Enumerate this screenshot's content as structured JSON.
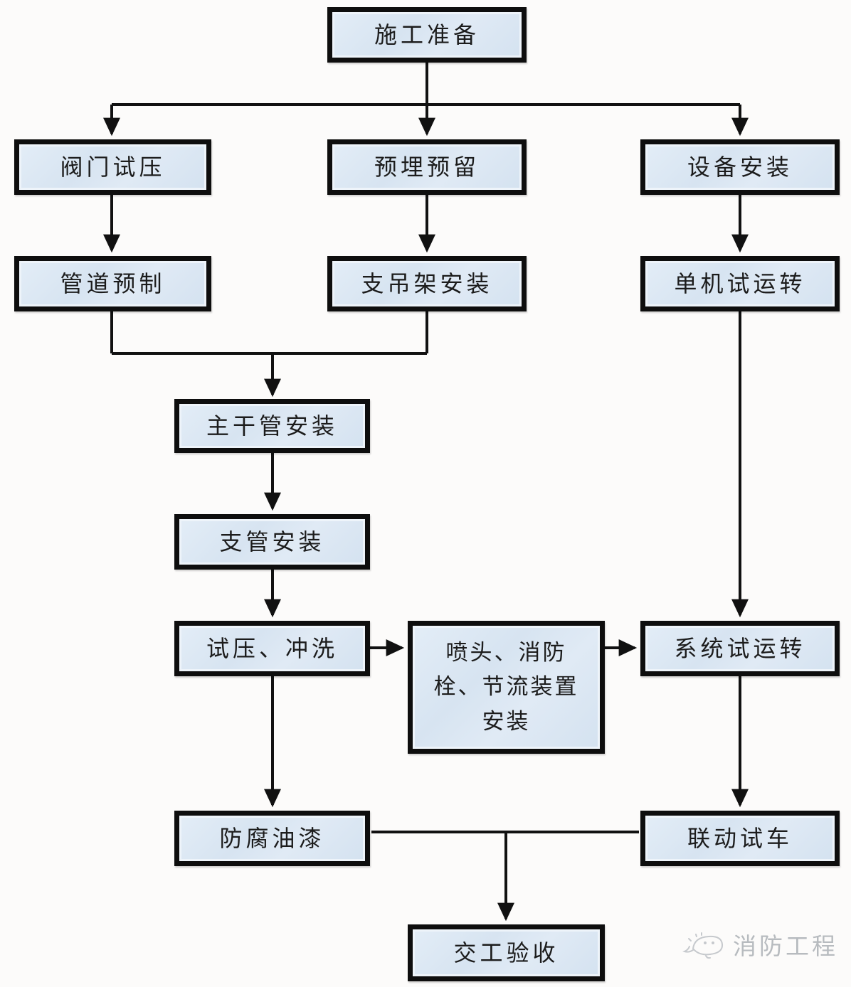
{
  "diagram": {
    "type": "flowchart",
    "language": "zh-CN",
    "nodes": {
      "construction_prep": "施工准备",
      "valve_pressure_test": "阀门试压",
      "embedded_reserved": "预埋预留",
      "equipment_install": "设备安装",
      "pipe_prefab": "管道预制",
      "hanger_install": "支吊架安装",
      "single_machine_test": "单机试运转",
      "main_pipe_install": "主干管安装",
      "branch_pipe_install": "支管安装",
      "pressure_test_flush": "试压、冲洗",
      "sprinkler_hydrant_install": "喷头、消防栓、节流装置安装",
      "system_test_run": "系统试运转",
      "anticorrosion_paint": "防腐油漆",
      "linkage_trial_run": "联动试车",
      "handover_acceptance": "交工验收"
    },
    "edges": [
      {
        "from": "施工准备",
        "to": "阀门试压"
      },
      {
        "from": "施工准备",
        "to": "预埋预留"
      },
      {
        "from": "施工准备",
        "to": "设备安装"
      },
      {
        "from": "阀门试压",
        "to": "管道预制"
      },
      {
        "from": "预埋预留",
        "to": "支吊架安装"
      },
      {
        "from": "设备安装",
        "to": "单机试运转"
      },
      {
        "from": "管道预制",
        "to": "主干管安装"
      },
      {
        "from": "支吊架安装",
        "to": "主干管安装"
      },
      {
        "from": "主干管安装",
        "to": "支管安装"
      },
      {
        "from": "支管安装",
        "to": "试压、冲洗"
      },
      {
        "from": "试压、冲洗",
        "to": "喷头、消防栓、节流装置安装"
      },
      {
        "from": "喷头、消防栓、节流装置安装",
        "to": "系统试运转"
      },
      {
        "from": "单机试运转",
        "to": "系统试运转"
      },
      {
        "from": "系统试运转",
        "to": "联动试车"
      },
      {
        "from": "试压、冲洗",
        "to": "防腐油漆"
      },
      {
        "from": "防腐油漆",
        "to": "联动试车"
      },
      {
        "from": "防腐油漆",
        "to": "交工验收"
      }
    ],
    "colors": {
      "node_fill": "#dbe7f3",
      "node_border": "#0e0e0e",
      "connector": "#111111",
      "background": "#fcfbfa",
      "watermark_text": "#b7bbbf"
    }
  },
  "watermark": {
    "text": "消防工程"
  }
}
